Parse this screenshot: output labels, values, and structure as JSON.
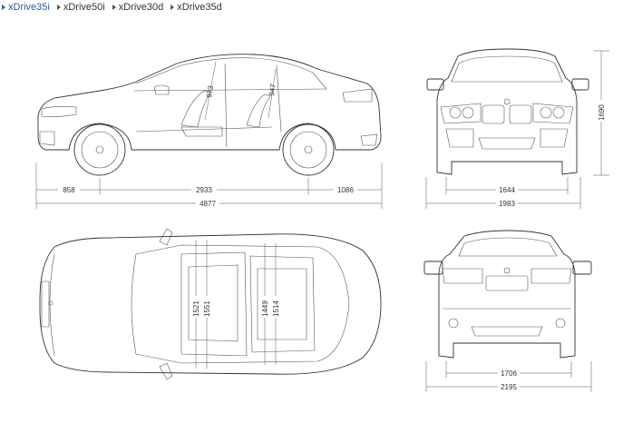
{
  "tabs": [
    {
      "label": "xDrive35i",
      "active": true
    },
    {
      "label": "xDrive50i",
      "active": false
    },
    {
      "label": "xDrive30d",
      "active": false
    },
    {
      "label": "xDrive35d",
      "active": false
    }
  ],
  "colors": {
    "active_tab": "#1f5fa8",
    "line": "#333333"
  },
  "dimensions": {
    "front_overhang": "858",
    "wheelbase": "2933",
    "rear_overhang": "1086",
    "length": "4877",
    "front_headroom": "973",
    "rear_headroom": "947",
    "height": "1690",
    "front_track": "1644",
    "width": "1983",
    "rear_track": "1706",
    "width_mirrors": "2195",
    "front_shoulder_a": "1521",
    "front_shoulder_b": "1551",
    "rear_shoulder_a": "1449",
    "rear_shoulder_b": "1514"
  }
}
